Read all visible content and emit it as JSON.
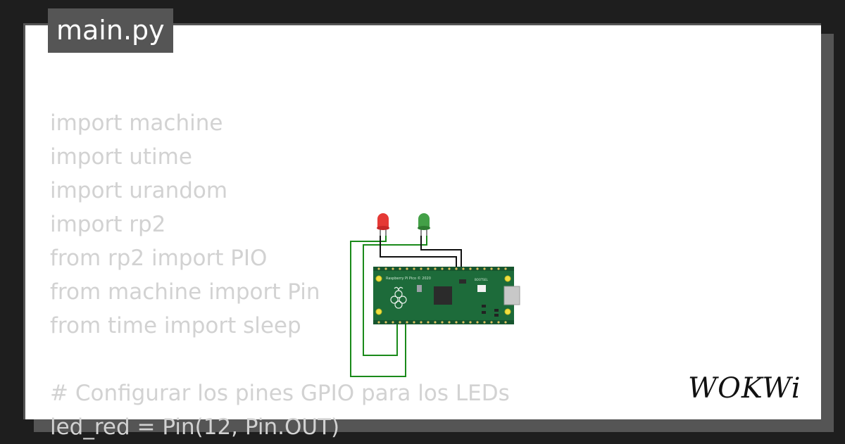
{
  "file_tab": {
    "label": "main.py"
  },
  "code_lines": [
    "import machine",
    "import utime",
    "import urandom",
    "import rp2",
    "from rp2 import PIO",
    "from machine import Pin",
    "from time import sleep",
    "",
    "# Configurar los pines GPIO para los LEDs",
    "led_red = Pin(12, Pin.OUT)"
  ],
  "diagram": {
    "board": {
      "silkscreen": "Raspberry Pi Pico © 2020",
      "bootsel_label": "BOOTSEL",
      "color": "#1d6b3a"
    },
    "leds": [
      {
        "color": "red",
        "hex": "#e53935"
      },
      {
        "color": "green",
        "hex": "#43a047"
      }
    ],
    "wire_colors": {
      "signal": "#111111",
      "ground": "#1a8a1a"
    }
  },
  "logo": {
    "text": "WOKWi"
  },
  "colors": {
    "background": "#1e1e1e",
    "card": "#ffffff",
    "tab": "#555555",
    "code_text": "#d2d2d2"
  }
}
